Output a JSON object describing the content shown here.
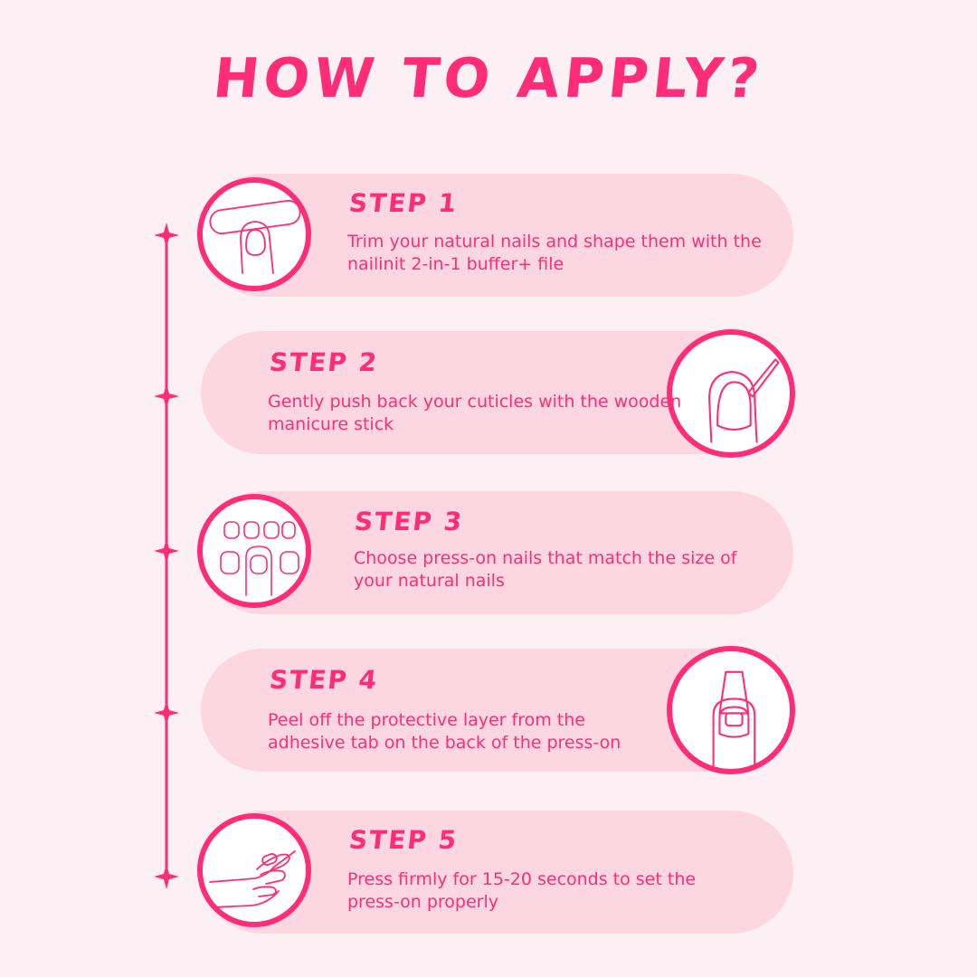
{
  "title": "HOW TO APPLY?",
  "colors": {
    "accent": "#ff2d78",
    "pill": "#fcd6e1",
    "background": "#fdf0f4"
  },
  "steps": [
    {
      "title": "STEP 1",
      "text": "Trim your natural nails and shape them with the nailinit 2-in-1 buffer+ file",
      "icon": "nail-file-icon"
    },
    {
      "title": "STEP 2",
      "text": "Gently push back your cuticles with the wooden manicure stick",
      "icon": "cuticle-stick-icon"
    },
    {
      "title": "STEP 3",
      "text": "Choose press-on nails that match the size of your natural nails",
      "icon": "nail-sizes-icon"
    },
    {
      "title": "STEP 4",
      "text": "Peel off the protective layer from the adhesive tab on the back of the press-on",
      "icon": "adhesive-tab-icon"
    },
    {
      "title": "STEP 5",
      "text": "Press firmly for 15-20 seconds to set the press-on properly",
      "icon": "press-hand-icon"
    }
  ]
}
